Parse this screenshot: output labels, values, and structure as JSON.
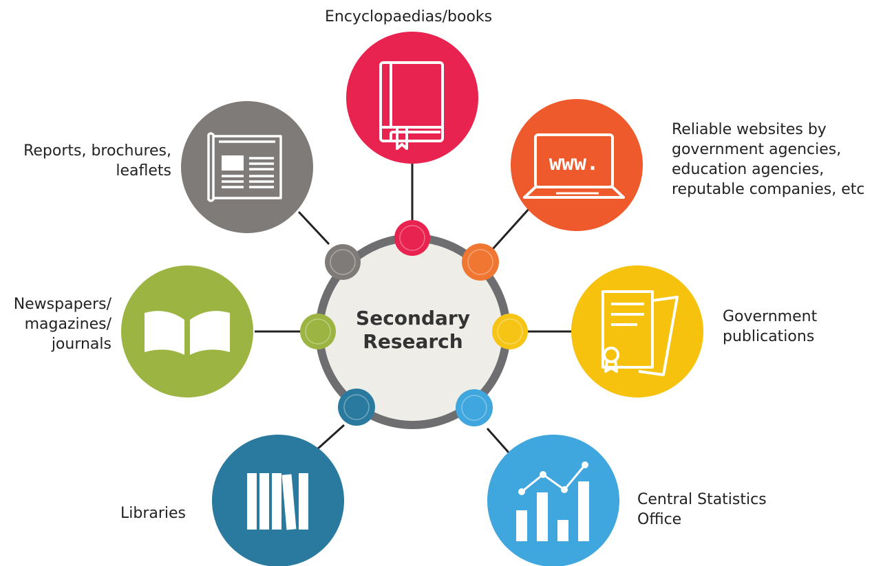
{
  "center": {
    "title_line1": "Secondary",
    "title_line2": "Research"
  },
  "nodes": [
    {
      "id": "encyclopaedias",
      "lines": [
        "Encyclopaedias/books"
      ],
      "color": "#e8234f",
      "icon": "book-icon"
    },
    {
      "id": "websites",
      "lines": [
        "Reliable websites by",
        "government agencies,",
        "education agencies,",
        "reputable companies, etc"
      ],
      "color": "#ee5a2b",
      "icon": "laptop-www-icon",
      "icon_text": "www."
    },
    {
      "id": "government",
      "lines": [
        "Government",
        "publications"
      ],
      "color": "#f6c20e",
      "icon": "certificate-documents-icon"
    },
    {
      "id": "statistics",
      "lines": [
        "Central Statistics",
        "Office"
      ],
      "color": "#3fa6de",
      "icon": "bar-chart-icon"
    },
    {
      "id": "libraries",
      "lines": [
        "Libraries"
      ],
      "color": "#2a7a9f",
      "icon": "bookshelf-icon"
    },
    {
      "id": "newspapers",
      "lines": [
        "Newspapers/",
        "magazines/",
        "journals"
      ],
      "color": "#9cb441",
      "icon": "open-book-icon"
    },
    {
      "id": "reports",
      "lines": [
        "Reports, brochures,",
        "leaflets"
      ],
      "color": "#7f7b78",
      "icon": "newspaper-icon"
    }
  ],
  "colors": {
    "ring": "#6e6e70",
    "center_fill": "#efede8",
    "connector": "#222222",
    "small_orange": "#f07732",
    "small_yellow": "#f5c414"
  }
}
